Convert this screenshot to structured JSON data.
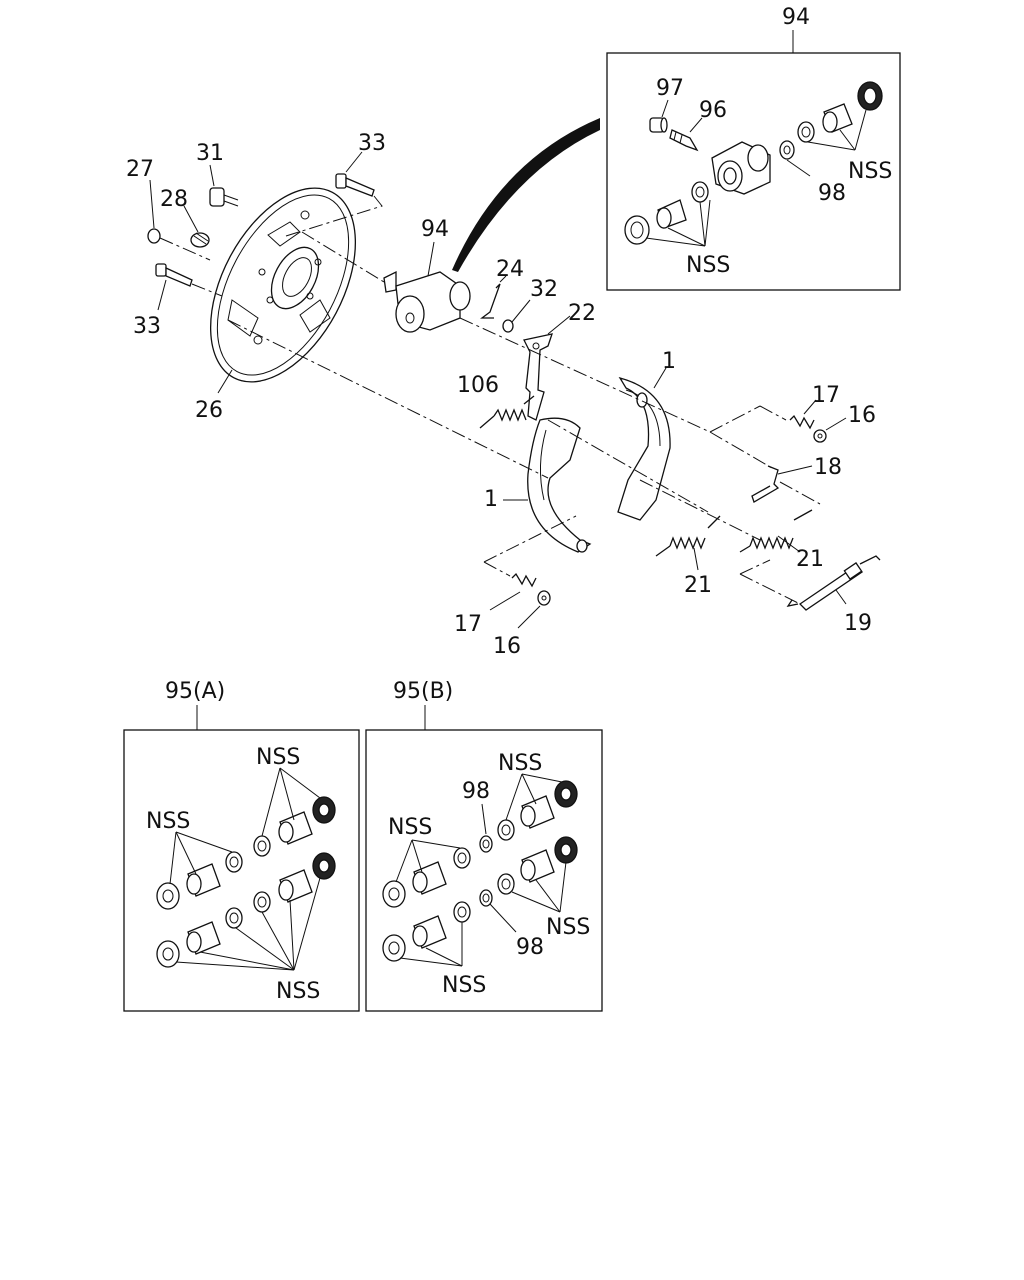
{
  "callouts": {
    "c94_top": "94",
    "c97": "97",
    "c96": "96",
    "c98_inset": "98",
    "nss_inset_right": "NSS",
    "nss_inset_bottom": "NSS",
    "c31": "31",
    "c33_top": "33",
    "c27": "27",
    "c28": "28",
    "c33_left": "33",
    "c26": "26",
    "c94_main": "94",
    "c24": "24",
    "c32": "32",
    "c22": "22",
    "c1_right": "1",
    "c106": "106",
    "c17_right": "17",
    "c16_right": "16",
    "c18": "18",
    "c1_left": "1",
    "c21_right": "21",
    "c21_left": "21",
    "c19": "19",
    "c17_left": "17",
    "c16_left": "16"
  },
  "kit_a": {
    "title": "95(A)",
    "nss_top": "NSS",
    "nss_left": "NSS",
    "nss_bottom": "NSS"
  },
  "kit_b": {
    "title": "95(B)",
    "nss_top": "NSS",
    "c98_top": "98",
    "nss_left": "NSS",
    "nss_right": "NSS",
    "c98_bottom": "98",
    "nss_bottom": "NSS"
  }
}
